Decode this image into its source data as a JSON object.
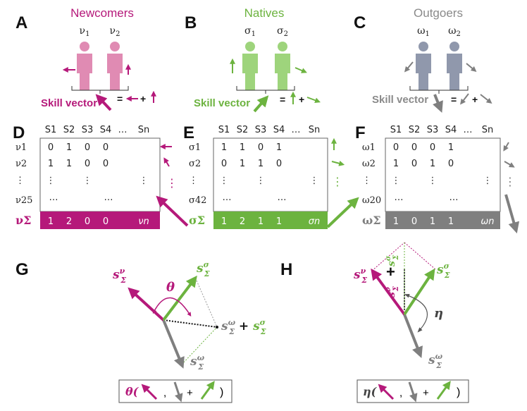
{
  "colors": {
    "newcomers": "#b5197a",
    "natives": "#6cb33f",
    "outgoers": "#7f7f7f",
    "newcomers_body": "#e08bb3",
    "natives_body": "#9ed47c",
    "outgoers_body": "#9098ac"
  },
  "panel_labels": [
    "A",
    "B",
    "C",
    "D",
    "E",
    "F",
    "G",
    "H"
  ],
  "groups": [
    {
      "title": "Newcomers",
      "members": [
        "ν",
        "ν"
      ],
      "subs": [
        "1",
        "2"
      ]
    },
    {
      "title": "Natives",
      "members": [
        "σ",
        "σ"
      ],
      "subs": [
        "1",
        "2"
      ]
    },
    {
      "title": "Outgoers",
      "members": [
        "ω",
        "ω"
      ],
      "subs": [
        "1",
        "2"
      ]
    }
  ],
  "skill_vector_label": "Skill vector",
  "eq": "=",
  "plus": "+",
  "skill_headers": [
    "S1",
    "S2",
    "S3",
    "S4",
    "…",
    "Sn"
  ],
  "ellipsis": "…",
  "vdots": "⋮",
  "matrices": [
    {
      "rows": [
        {
          "label": "ν1",
          "cells": [
            "0",
            "1",
            "0",
            "0"
          ]
        },
        {
          "label": "ν2",
          "cells": [
            "1",
            "1",
            "0",
            "0"
          ]
        },
        {
          "label": "⋮"
        },
        {
          "label": "ν25"
        }
      ],
      "sum_label": "νΣ",
      "sum": [
        "1",
        "2",
        "0",
        "0",
        "νn"
      ]
    },
    {
      "rows": [
        {
          "label": "σ1",
          "cells": [
            "1",
            "1",
            "0",
            "1"
          ]
        },
        {
          "label": "σ2",
          "cells": [
            "0",
            "1",
            "1",
            "0"
          ]
        },
        {
          "label": "⋮"
        },
        {
          "label": "σ42"
        }
      ],
      "sum_label": "σΣ",
      "sum": [
        "1",
        "2",
        "1",
        "1",
        "σn"
      ]
    },
    {
      "rows": [
        {
          "label": "ω1",
          "cells": [
            "0",
            "0",
            "0",
            "1"
          ]
        },
        {
          "label": "ω2",
          "cells": [
            "1",
            "0",
            "1",
            "0"
          ]
        },
        {
          "label": "⋮"
        },
        {
          "label": "ω20"
        }
      ],
      "sum_label": "ωΣ",
      "sum": [
        "1",
        "0",
        "1",
        "1",
        "ωn"
      ]
    }
  ],
  "angles": {
    "theta": "θ",
    "eta": "η"
  },
  "vectors": {
    "s": "s",
    "sigma_sum": "Σ",
    "nu": "ν",
    "sigma": "σ",
    "omega": "ω"
  },
  "formulas": [
    {
      "func": "θ(",
      "comma": ",",
      "plus": "+",
      "close": ")"
    },
    {
      "func": "η(",
      "comma": ",",
      "plus": "+",
      "close": ")"
    }
  ]
}
